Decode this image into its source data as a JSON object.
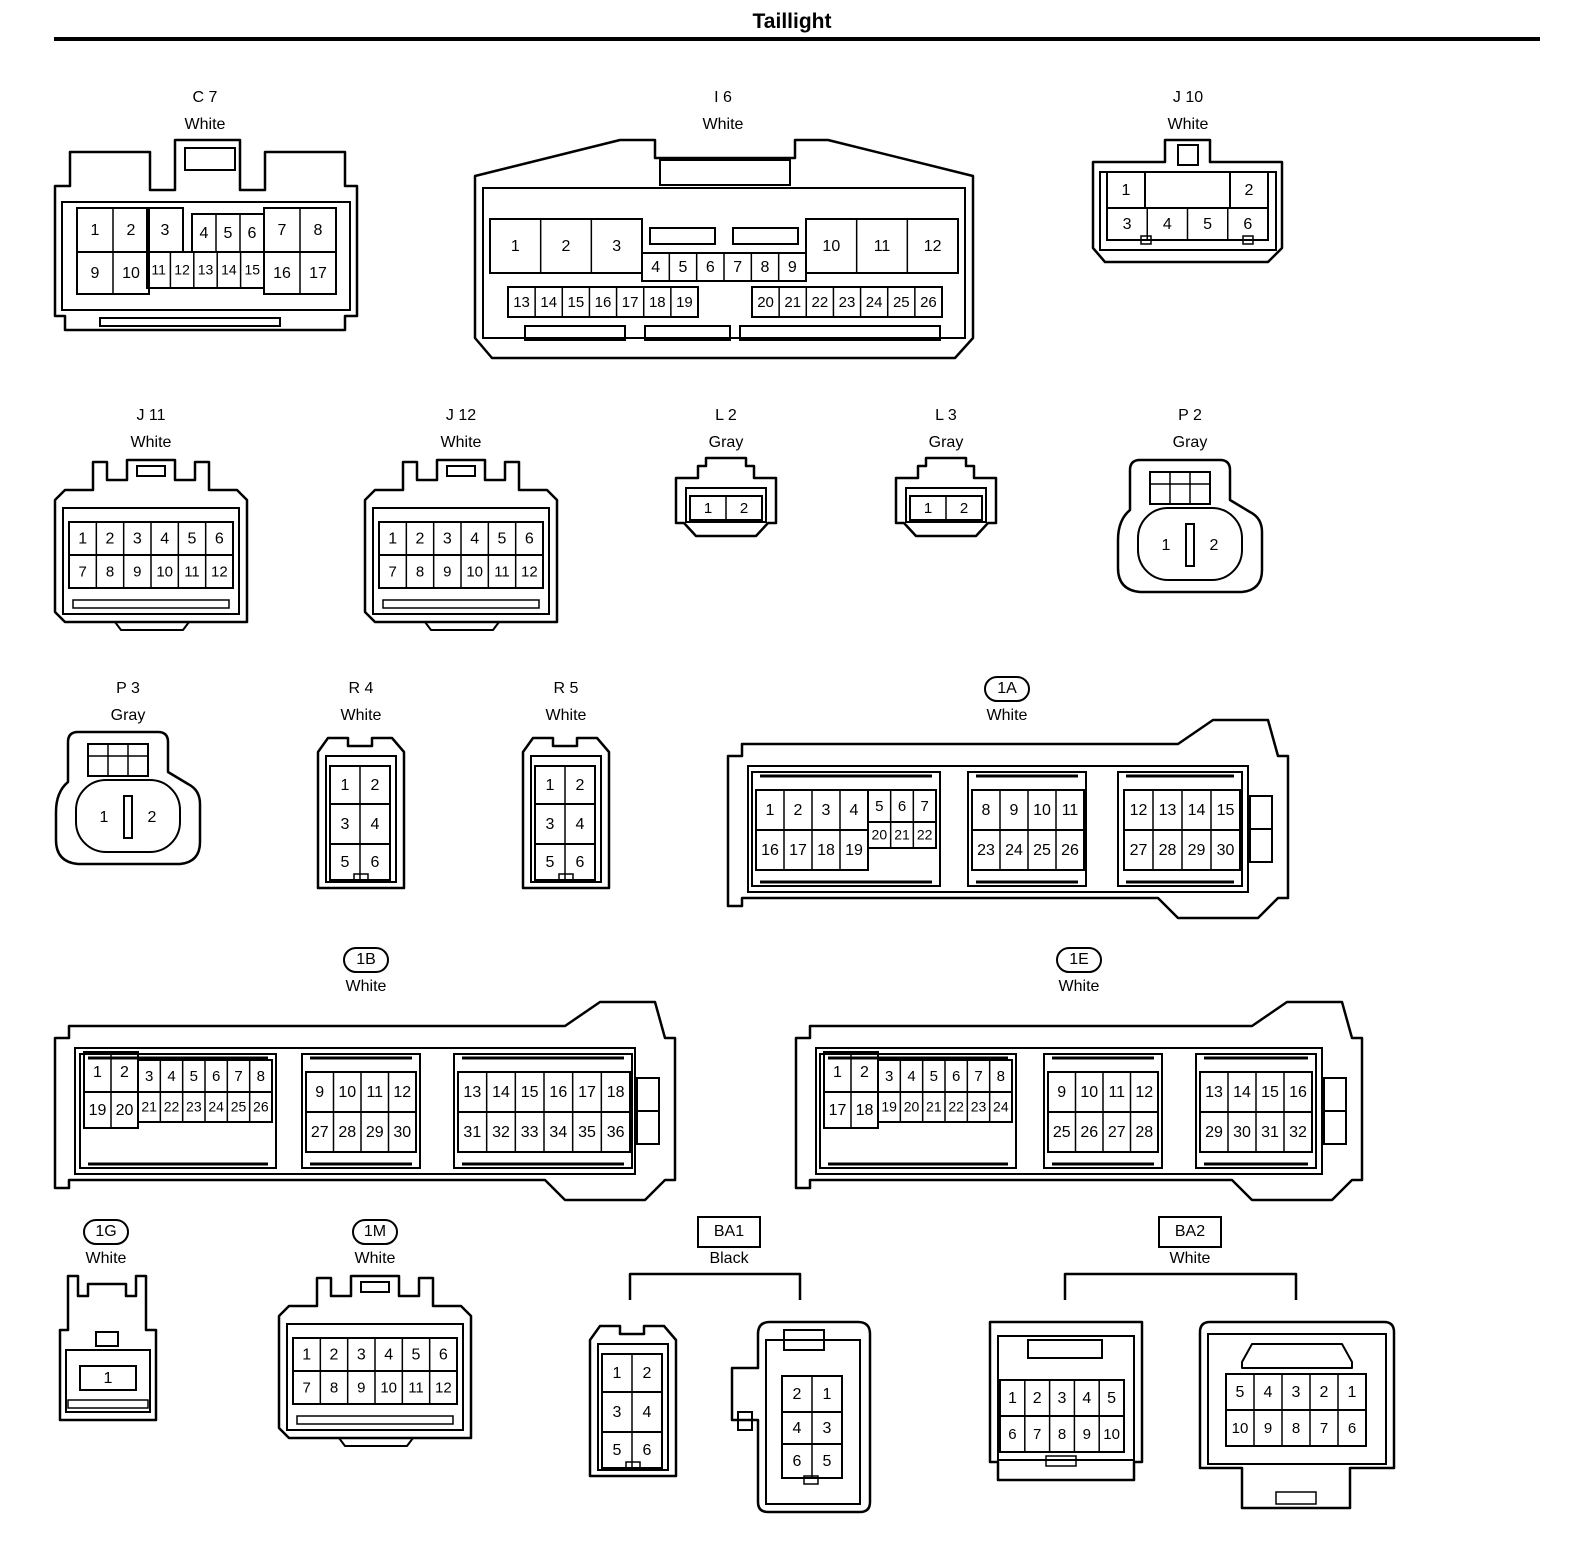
{
  "title": "Taillight",
  "connectors": [
    {
      "code": "C 7",
      "color": "White",
      "style": "plain"
    },
    {
      "code": "I 6",
      "color": "White",
      "style": "plain"
    },
    {
      "code": "J 10",
      "color": "White",
      "style": "plain"
    },
    {
      "code": "J 11",
      "color": "White",
      "style": "plain"
    },
    {
      "code": "J 12",
      "color": "White",
      "style": "plain"
    },
    {
      "code": "L 2",
      "color": "Gray",
      "style": "plain"
    },
    {
      "code": "L 3",
      "color": "Gray",
      "style": "plain"
    },
    {
      "code": "P 2",
      "color": "Gray",
      "style": "plain"
    },
    {
      "code": "P 3",
      "color": "Gray",
      "style": "plain"
    },
    {
      "code": "R 4",
      "color": "White",
      "style": "plain"
    },
    {
      "code": "R 5",
      "color": "White",
      "style": "plain"
    },
    {
      "code": "1A",
      "color": "White",
      "style": "oval"
    },
    {
      "code": "1B",
      "color": "White",
      "style": "oval"
    },
    {
      "code": "1E",
      "color": "White",
      "style": "oval"
    },
    {
      "code": "1G",
      "color": "White",
      "style": "oval"
    },
    {
      "code": "1M",
      "color": "White",
      "style": "oval"
    },
    {
      "code": "BA1",
      "color": "Black",
      "style": "box"
    },
    {
      "code": "BA2",
      "color": "White",
      "style": "box"
    }
  ]
}
